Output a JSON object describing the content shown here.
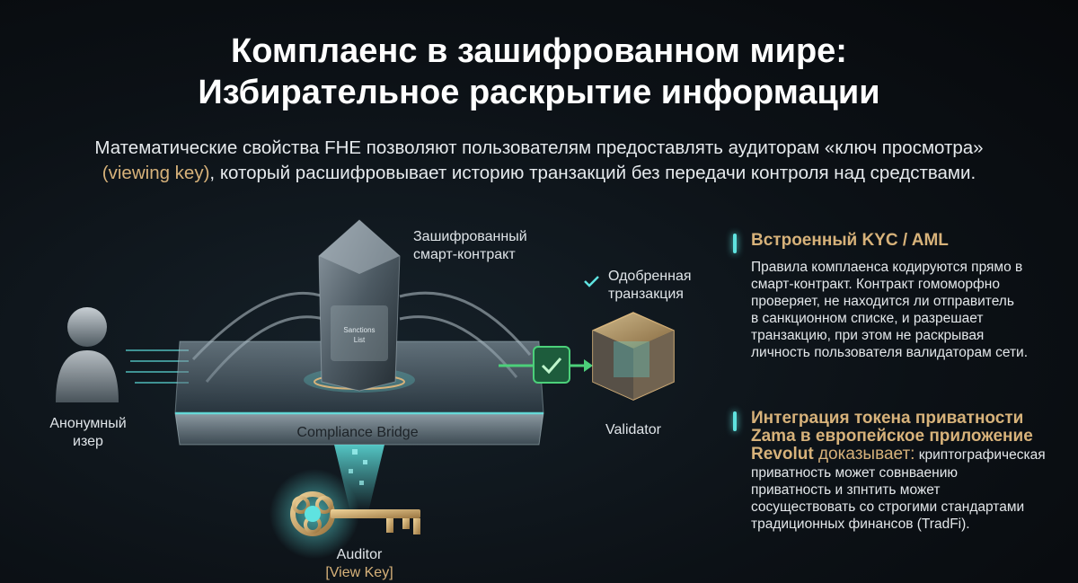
{
  "title": {
    "line1": "Комплаенс в зашифрованном мире:",
    "line2": "Избирательное раскрытие информации"
  },
  "subtitle": {
    "part1": "Математические свойства FHE позволяют пользователям предоставлять аудиторам «ключ просмотра»",
    "highlight": "(viewing key)",
    "part2": ", который расшифровывает историю транзакций без передачи контроля над средствами."
  },
  "diagram": {
    "contract_label_line1": "Зашифрованный",
    "contract_label_line2": "смарт-контракт",
    "crystal_text_line1": "Sanctions",
    "crystal_text_line2": "List",
    "approved_label_line1": "Одобренная",
    "approved_label_line2": "транзакция",
    "user_label_line1": "Анонумный",
    "user_label_line2": "изер",
    "bridge_label": "Compliance Bridge",
    "validator_label": "Validator",
    "auditor_label": "Auditor",
    "auditor_key_label": "[View Key]"
  },
  "panels": {
    "kyc": {
      "title": "Встроенный KYC / AML",
      "body_lines": [
        "Правила комплаенса кодируются прямо в",
        "смарт-контракт. Контракт гомоморфно",
        "проверяет, не находится ли отправитель",
        "в санкционном списке, и разрешает",
        "транзакцию, при этом не раскрывая",
        "личность пользователя валидаторам сети."
      ]
    },
    "zama": {
      "title_line1": "Интеграция токена приватности",
      "title_line2": "Zama в европейское приложение",
      "title_line3": "Revolut",
      "title_tail": " доказывает:",
      "body_first": " криптографическая",
      "body_lines": [
        "приватность может совнваению",
        "приватность и зпнтить может",
        "сосуществовать со строгими стандартами",
        "традиционных финансов (TradFi)."
      ]
    }
  },
  "colors": {
    "accent_cyan": "#5fe3e0",
    "accent_gold": "#d7b27a",
    "approve_green": "#4cd07a",
    "background": "#0c1116"
  }
}
